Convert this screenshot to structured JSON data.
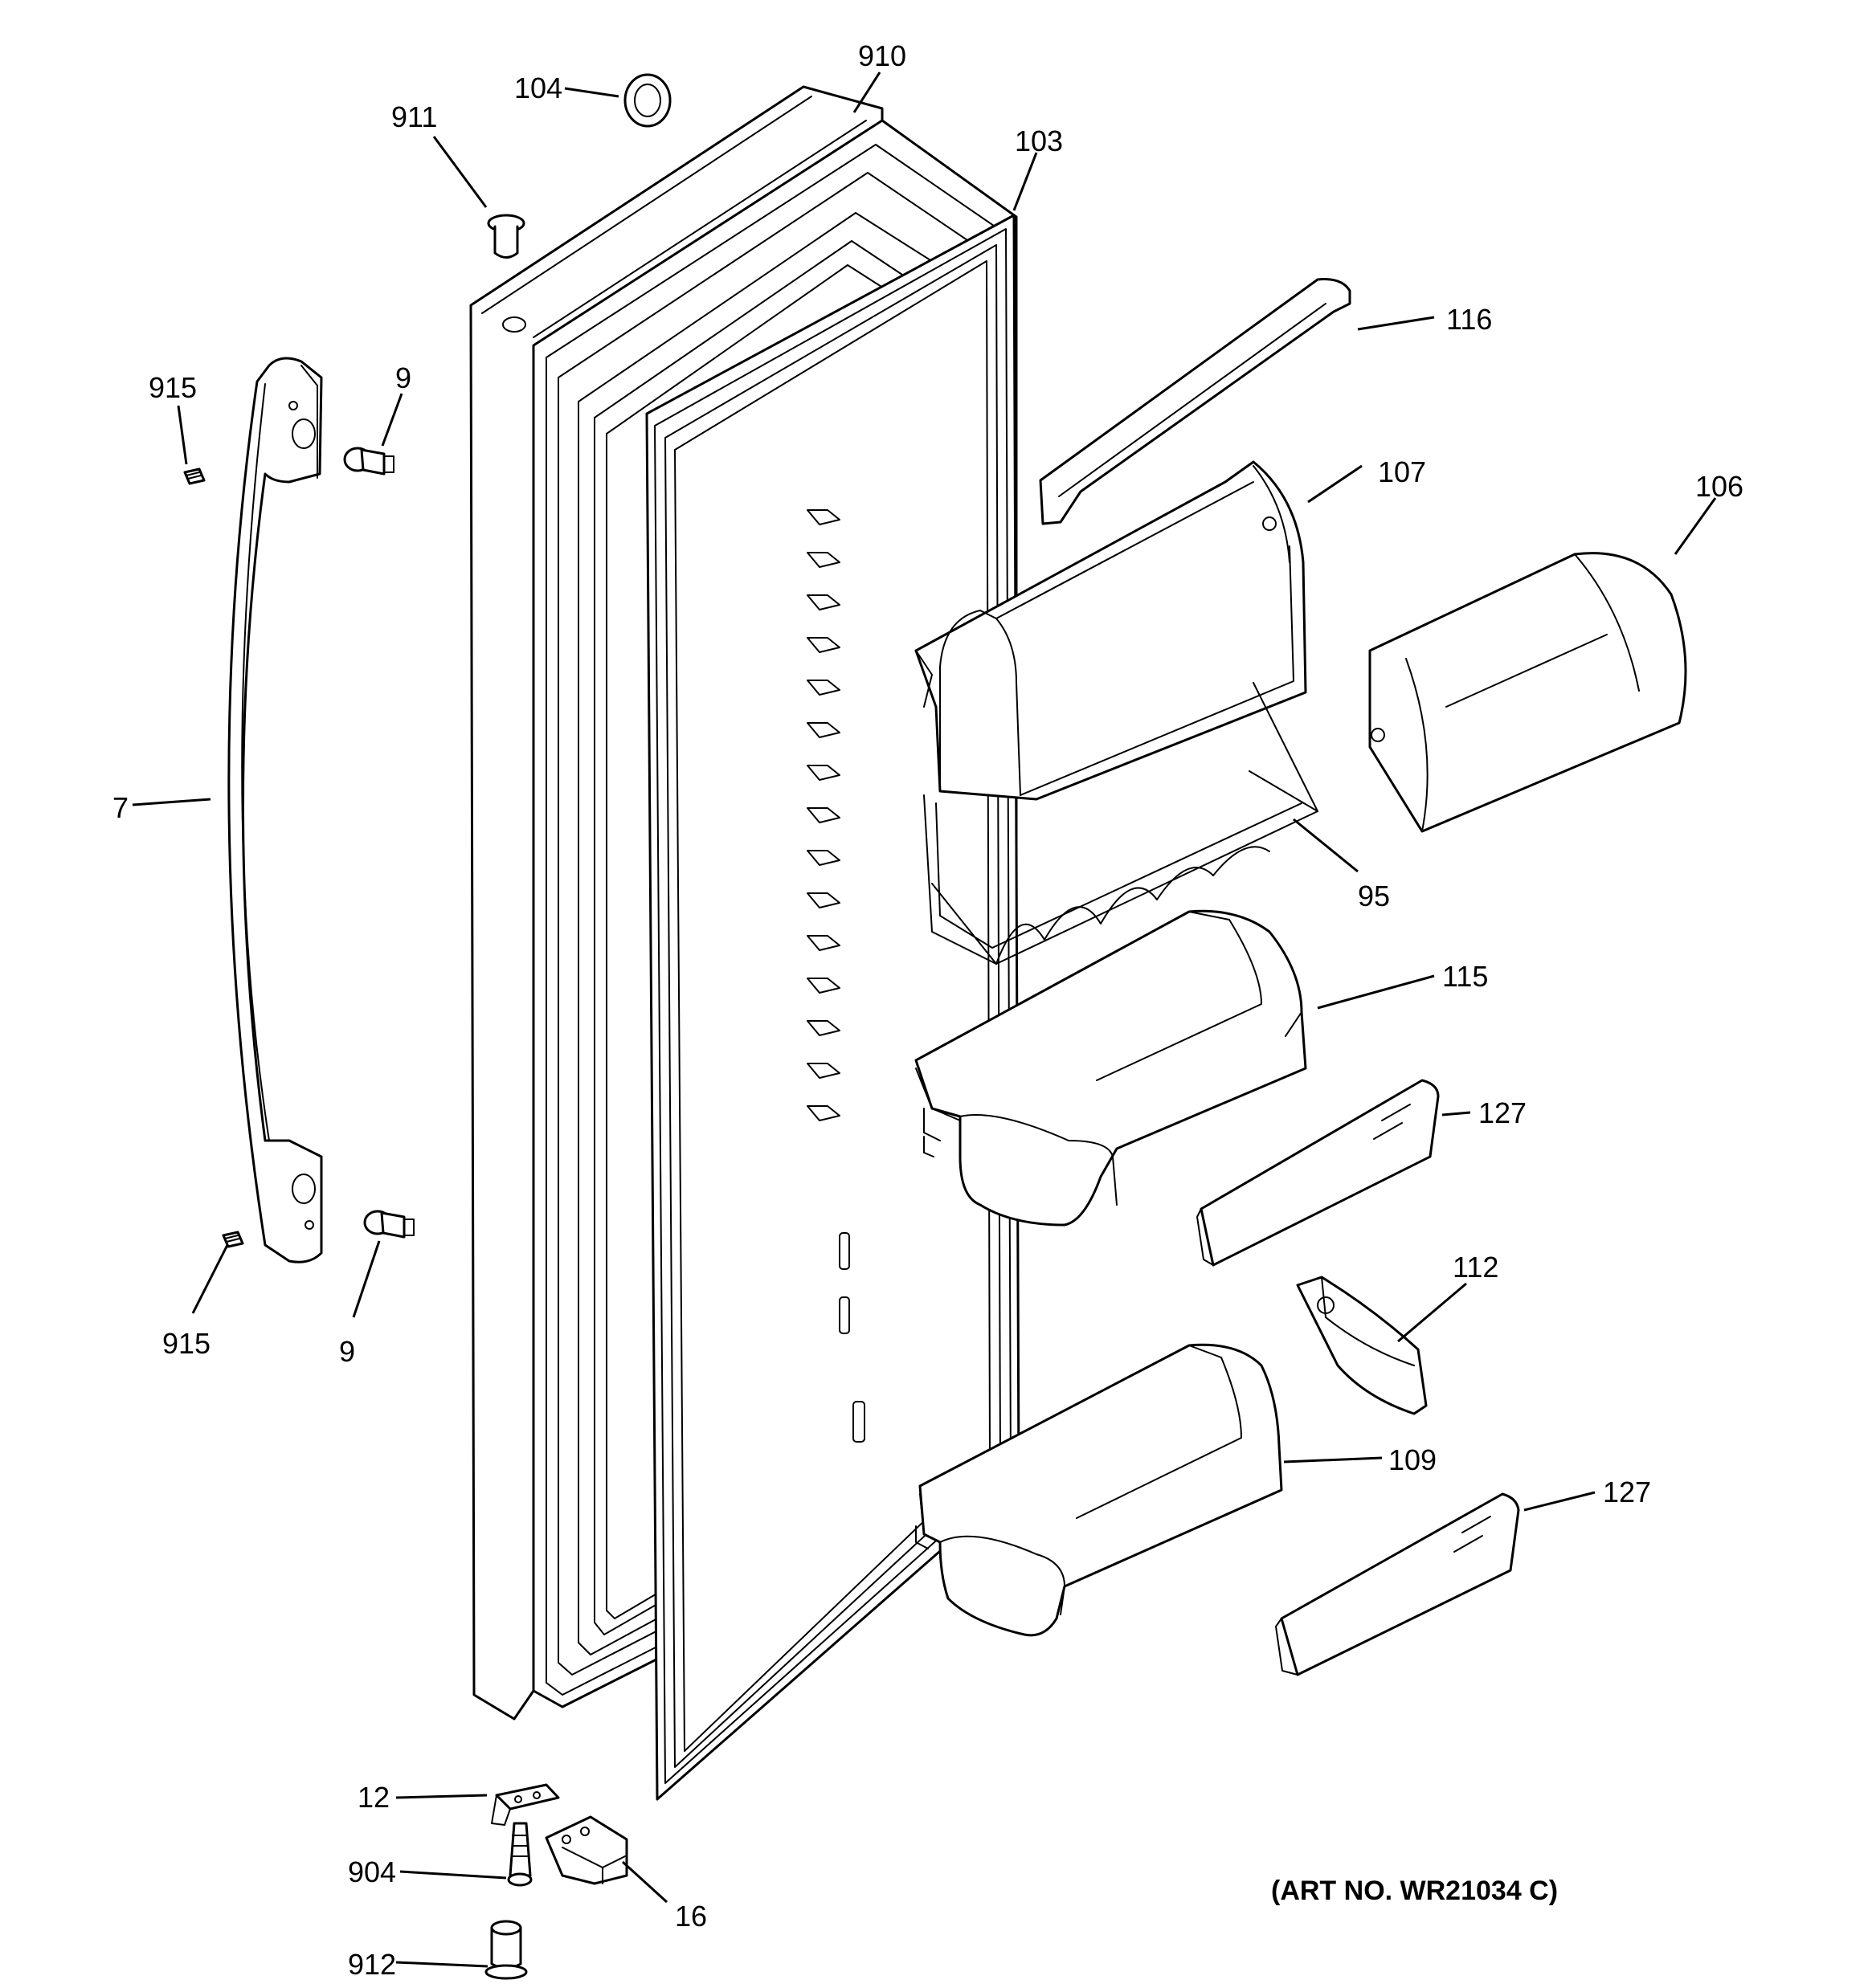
{
  "callouts": {
    "c104": "104",
    "c910": "910",
    "c911": "911",
    "c103": "103",
    "c116": "116",
    "c915a": "915",
    "c9a": "9",
    "c107": "107",
    "c106": "106",
    "c7": "7",
    "c95": "95",
    "c115": "115",
    "c127a": "127",
    "c112": "112",
    "c915b": "915",
    "c9b": "9",
    "c109": "109",
    "c127b": "127",
    "c12": "12",
    "c904": "904",
    "c16": "16",
    "c912": "912"
  },
  "art_number": "(ART NO. WR21034 C)"
}
